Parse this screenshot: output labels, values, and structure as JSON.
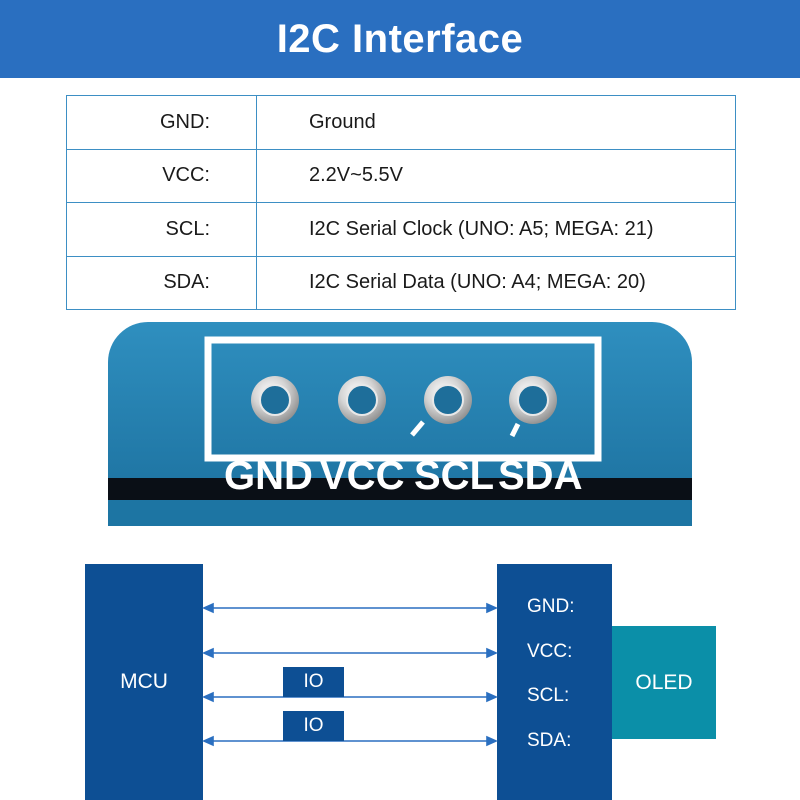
{
  "header": {
    "title": "I2C Interface"
  },
  "pins": [
    {
      "name": "GND:",
      "description": "Ground"
    },
    {
      "name": "VCC:",
      "description": "2.2V~5.5V"
    },
    {
      "name": "SCL:",
      "description": "I2C Serial Clock (UNO: A5; MEGA: 21)"
    },
    {
      "name": "SDA:",
      "description": "I2C Serial Data (UNO: A4; MEGA: 20)"
    }
  ],
  "pcb": {
    "labels": [
      "GND",
      "VCC",
      "SCL",
      "SDA"
    ],
    "colors": {
      "board": "#1f7aa8",
      "silkscreen": "#ffffff",
      "header_pad": "#c9c9c9"
    }
  },
  "wiring": {
    "mcu_label": "MCU",
    "oled_label": "OLED",
    "io_label": "IO",
    "oled_pins": [
      "GND:",
      "VCC:",
      "SCL:",
      "SDA:"
    ],
    "colors": {
      "block": "#0d4f94",
      "oled": "#0b8fa8",
      "wire": "#2a6fc0"
    }
  }
}
